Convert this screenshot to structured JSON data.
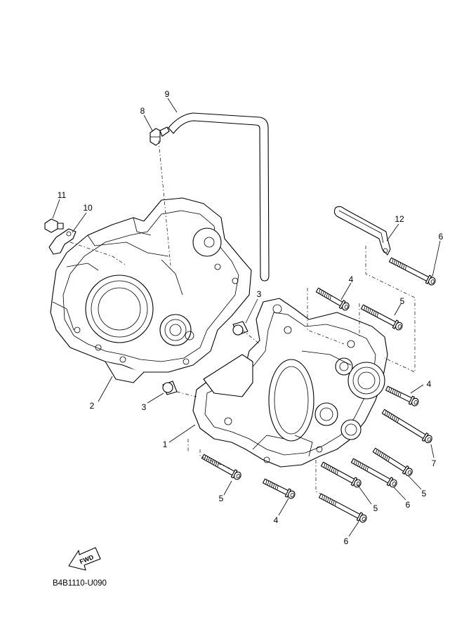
{
  "diagram": {
    "callouts": {
      "p1": "1",
      "p2": "2",
      "p3a": "3",
      "p3b": "3",
      "p4a": "4",
      "p4b": "4",
      "p4c": "4",
      "p5a": "5",
      "p5b": "5",
      "p5c": "5",
      "p5d": "5",
      "p6a": "6",
      "p6b": "6",
      "p6c": "6",
      "p7": "7",
      "p8": "8",
      "p9": "9",
      "p10": "10",
      "p11": "11",
      "p12": "12"
    },
    "fwd_label": "FWD",
    "drawing_code": "B4B1110-U090"
  }
}
